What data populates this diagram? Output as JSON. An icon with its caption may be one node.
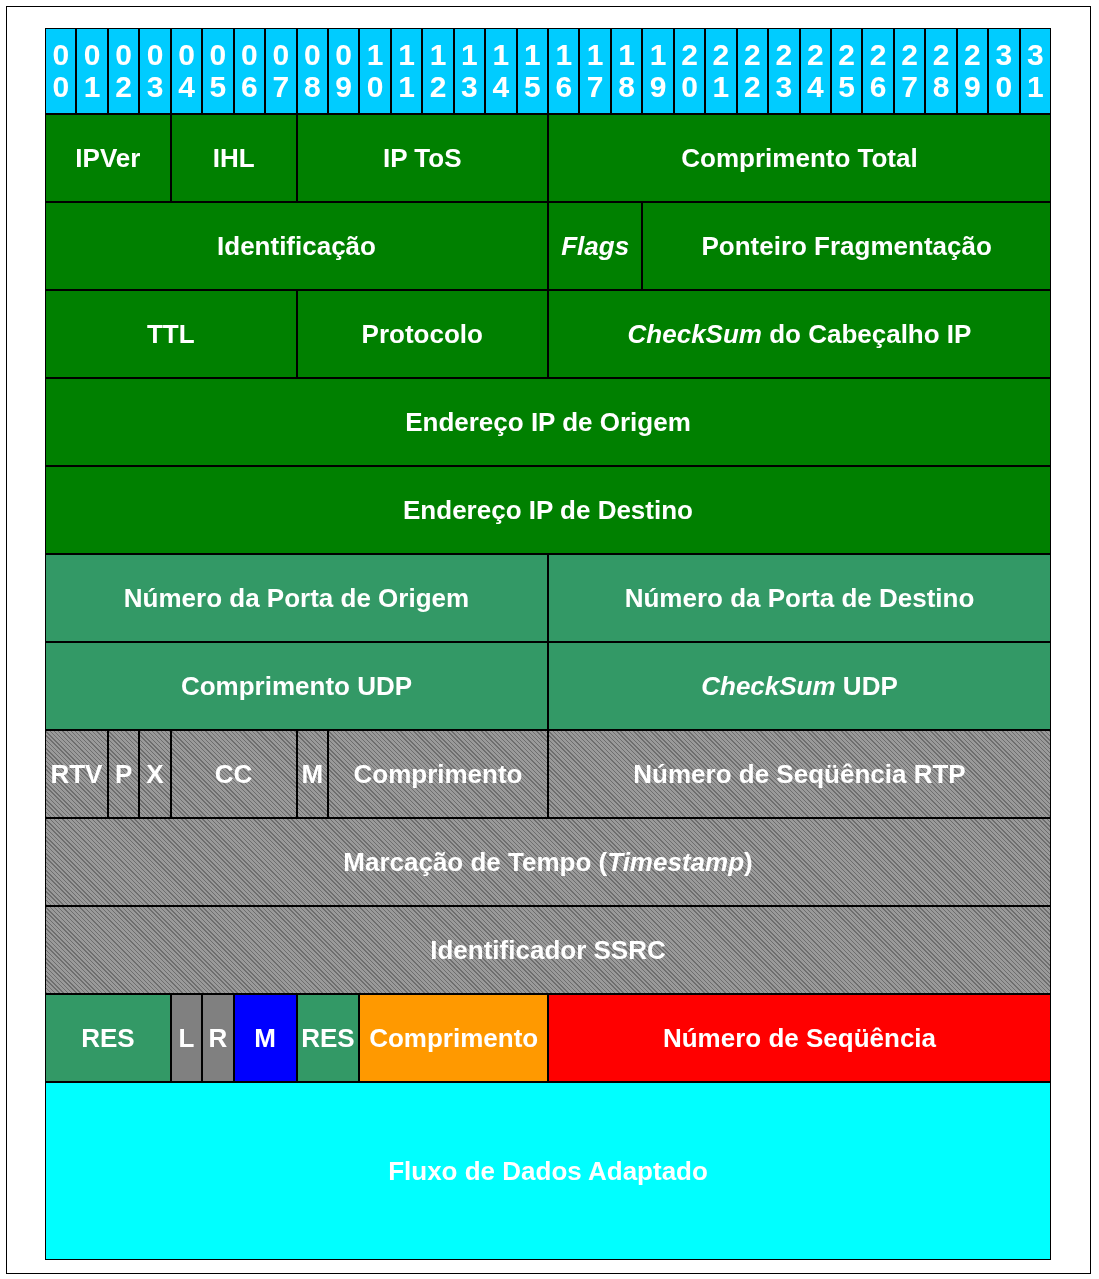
{
  "diagram": {
    "labels": [
      "00",
      "01",
      "02",
      "03",
      "04",
      "05",
      "06",
      "07",
      "08",
      "09",
      "10",
      "11",
      "12",
      "13",
      "14",
      "15",
      "16",
      "17",
      "18",
      "19",
      "20",
      "21",
      "22",
      "23",
      "24",
      "25",
      "26",
      "27",
      "28",
      "29",
      "30",
      "31",
      "IPVer",
      "IHL",
      "IP ToS",
      "Comprimento Total",
      "Identificação",
      "Flags",
      "Ponteiro Fragmentação",
      "TTL",
      "Protocolo",
      "*CheckSum* do Cabeçalho IP",
      "Endereço IP de Origem",
      "Endereço IP de Destino",
      "Número da Porta de Origem",
      "Número da Porta de Destino",
      "Comprimento UDP",
      "*CheckSum* UDP",
      "RTV",
      "P",
      "X",
      "CC",
      "M",
      "Comprimento",
      "Número de Seqüência RTP",
      "Marcação de Tempo (*Timestamp*)",
      "Identificador SSRC",
      "RES",
      "L",
      "R",
      "M",
      "RES",
      "Comprimento",
      "Número de Seqüência",
      "Fluxo de Dados Adaptado"
    ]
  }
}
